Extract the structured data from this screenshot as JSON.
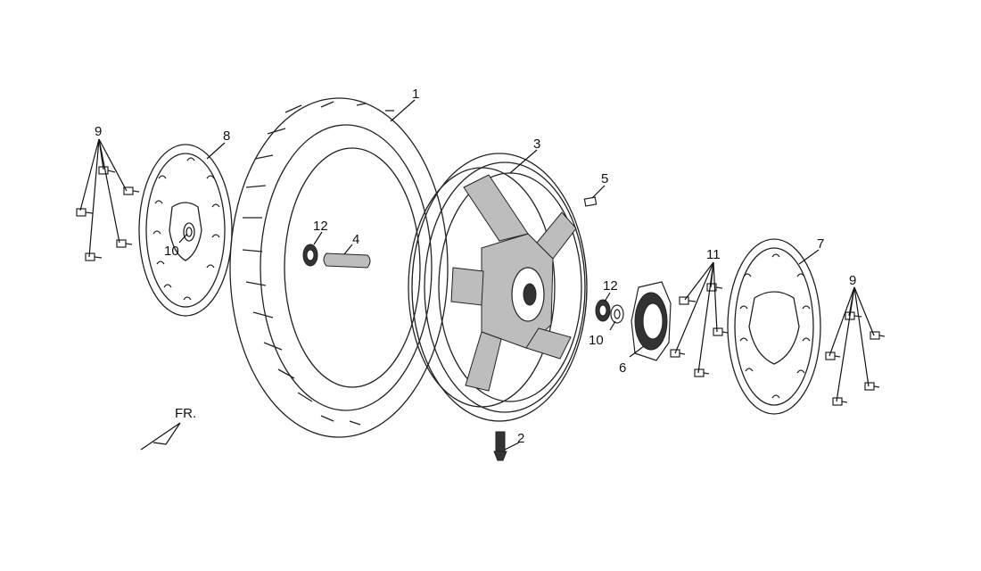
{
  "callouts": {
    "c1": "1",
    "c2": "2",
    "c3": "3",
    "c4": "4",
    "c5": "5",
    "c6": "6",
    "c7": "7",
    "c8": "8",
    "c9_left": "9",
    "c9_right": "9",
    "c10_left": "10",
    "c10_right": "10",
    "c11": "11",
    "c12_left": "12",
    "c12_right": "12"
  },
  "direction": {
    "label": "FR."
  }
}
